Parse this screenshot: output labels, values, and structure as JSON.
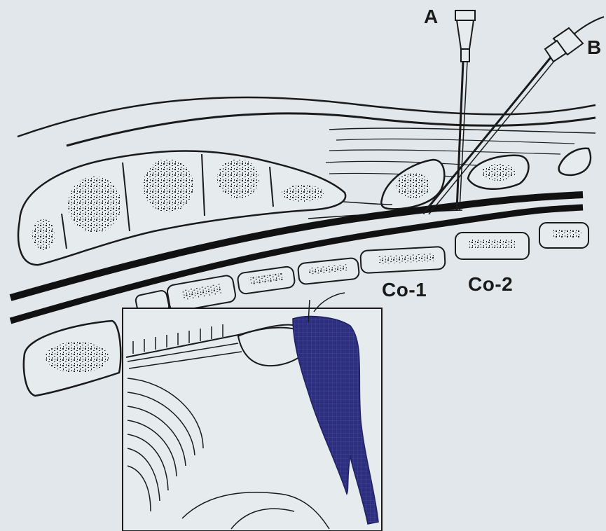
{
  "labels": {
    "needle_a": "A",
    "needle_b": "B",
    "coccyx_1": "Co-1",
    "coccyx_2": "Co-2"
  },
  "colors": {
    "background": "#e1e7ea",
    "ink": "#1a1a1a",
    "injectate": "#2d2f7e"
  }
}
